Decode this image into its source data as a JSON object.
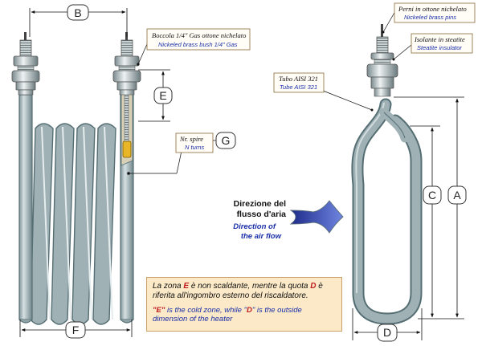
{
  "dimensions": {
    "B": "B",
    "E": "E",
    "F": "F",
    "G": "G",
    "A": "A",
    "C": "C",
    "D": "D"
  },
  "callouts": {
    "bush": {
      "it": "Boccola 1/4\" Gas ottone nichelato",
      "en": "Nickeled brass bush 1/4\" Gas"
    },
    "turns": {
      "it": "Nr. spire",
      "en": "N turns"
    },
    "pins": {
      "it": "Perni in ottone nichelato",
      "en": "Nickeled brass pins"
    },
    "insulator": {
      "it": "Isolante in steatite",
      "en": "Steatite insulator"
    },
    "tube": {
      "it": "Tubo AISI 321",
      "en": "Tube AISI 321"
    }
  },
  "airflow": {
    "it_line1": "Direzione del",
    "it_line2": "flusso d'aria",
    "en_line1": "Direction of",
    "en_line2": "the air flow"
  },
  "note": {
    "it_1": "La zona ",
    "it_E": "E",
    "it_2": " è non scaldante, mentre la quota ",
    "it_D": "D",
    "it_3": " è riferita all'ingombro esterno del riscaldatore.",
    "en_E": "\"E\"",
    "en_1": " is the cold zone, while \"",
    "en_D": "D",
    "en_2": "\" is the outside dimension of the heater"
  },
  "colors": {
    "tube": "#9fb1b5",
    "tube_dark": "#556e73",
    "accent_red": "#c0181c",
    "english_blue": "#1a2fa8",
    "note_bg": "#fbe9c8"
  }
}
